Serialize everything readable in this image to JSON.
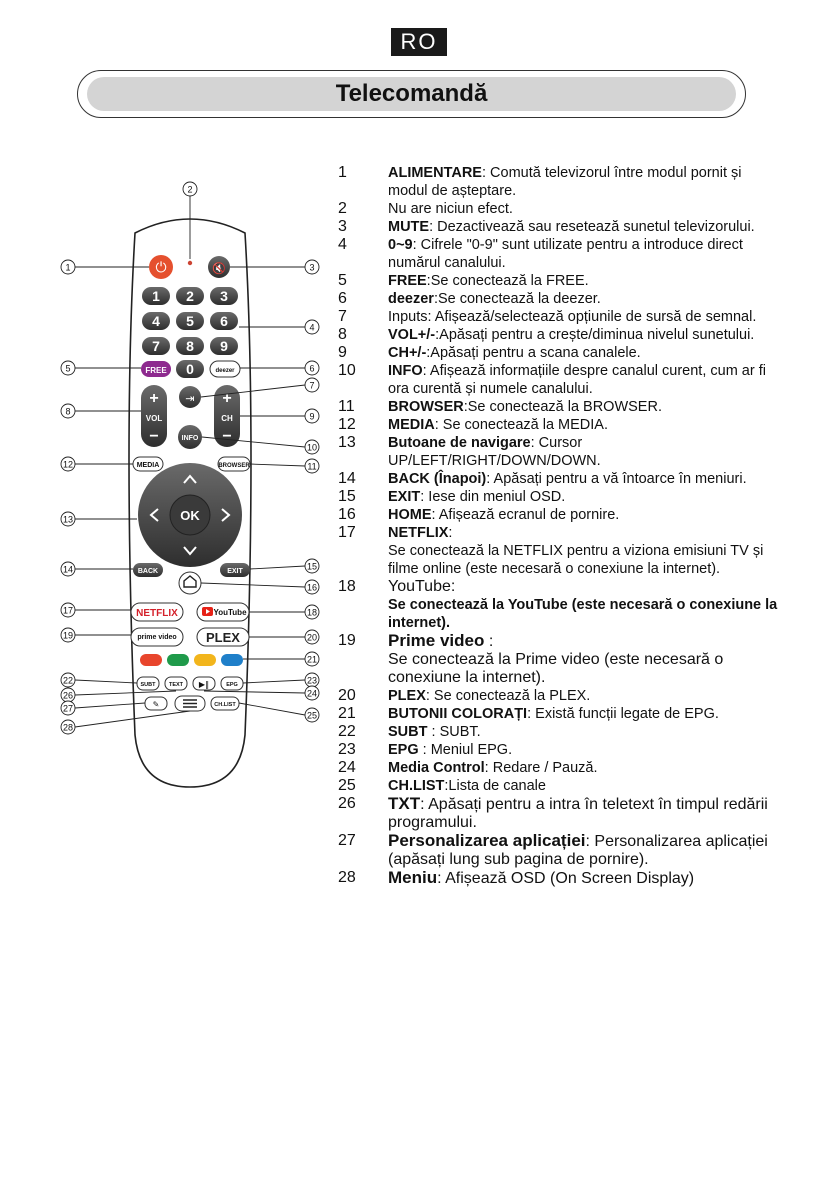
{
  "header": {
    "lang": "RO",
    "title": "Telecomandă"
  },
  "remote": {
    "buttons": {
      "free": "FREE",
      "deezer": "deezer",
      "vol": "VOL",
      "ch": "CH",
      "info": "INFO",
      "media": "MEDIA",
      "browser": "BROWSER",
      "ok": "OK",
      "back": "BACK",
      "exit": "EXIT",
      "netflix": "NETFLIX",
      "youtube": "YouTube",
      "prime": "prime video",
      "plex": "PLEX",
      "subt": "SUBT",
      "text": "TEXT",
      "epg": "EPG",
      "chlist": "CH.LIST",
      "digits": [
        "1",
        "2",
        "3",
        "4",
        "5",
        "6",
        "7",
        "8",
        "9",
        "0"
      ]
    },
    "callouts": [
      "1",
      "2",
      "3",
      "4",
      "5",
      "6",
      "7",
      "8",
      "9",
      "10",
      "11",
      "12",
      "13",
      "14",
      "15",
      "16",
      "17",
      "18",
      "19",
      "20",
      "21",
      "22",
      "23",
      "24",
      "25",
      "26",
      "27",
      "28"
    ],
    "colors": {
      "red": "#e8452c",
      "green": "#1f9a4a",
      "yellow": "#f2b51c",
      "blue": "#1f7fc9",
      "free": "#8e2a8f",
      "power": "#e5502e"
    }
  },
  "items": [
    {
      "n": "1",
      "b": "ALIMENTARE",
      "t": ": Comută televizorul între modul pornit și modul de așteptare."
    },
    {
      "n": "2",
      "b": "",
      "t": "Nu are niciun efect."
    },
    {
      "n": "3",
      "b": "MUTE",
      "t": ": Dezactivează sau resetează sunetul televizorului."
    },
    {
      "n": "4",
      "b": "0~9",
      "t": ": Cifrele \"0-9\" sunt utilizate pentru a introduce direct numărul canalului."
    },
    {
      "n": "5",
      "b": "FREE",
      "t": ":Se conectează la FREE."
    },
    {
      "n": "6",
      "b": "deezer",
      "t": ":Se conectează la deezer."
    },
    {
      "n": "7",
      "b": "",
      "t": "Inputs: Afișează/selectează opțiunile de sursă de semnal."
    },
    {
      "n": "8",
      "b": "VOL+/-",
      "t": ":Apăsați pentru a crește/diminua nivelul sunetului."
    },
    {
      "n": "9",
      "b": "CH+/-",
      "t": ":Apăsați pentru a scana canalele."
    },
    {
      "n": "10",
      "b": "INFO",
      "t": ": Afișează informațiile despre canalul curent, cum ar fi ora curentă și numele canalului."
    },
    {
      "n": "11",
      "b": "BROWSER",
      "t": ":Se conectează la BROWSER."
    },
    {
      "n": "12",
      "b": "MEDIA",
      "t": ": Se conectează la MEDIA."
    },
    {
      "n": "13",
      "b": "Butoane de navigare",
      "t": ": Cursor UP/LEFT/RIGHT/DOWN/DOWN."
    },
    {
      "n": "14",
      "b": "BACK (Înapoi)",
      "t": ": Apăsați pentru a vă întoarce în meniuri."
    },
    {
      "n": "15",
      "b": "EXIT",
      "t": ": Iese din meniul OSD."
    },
    {
      "n": "16",
      "b": "HOME",
      "t": ": Afișează ecranul de pornire."
    },
    {
      "n": "17",
      "b": "NETFLIX",
      "t": ":",
      "t2": "Se conectează la NETFLIX pentru a viziona emisiuni TV și filme online (este necesară o conexiune la internet)."
    },
    {
      "n": "18",
      "b": "",
      "t": "YouTube:",
      "b2": "Se conectează la YouTube (este necesară o conexiune la internet).",
      "arial": true
    },
    {
      "n": "19",
      "b": "Prime video",
      "t": " :",
      "t2": "Se conectează la Prime video (este necesară o conexiune la internet).",
      "arial": true,
      "big": true
    },
    {
      "n": "20",
      "b": "PLEX",
      "t": ": Se conectează la PLEX."
    },
    {
      "n": "21",
      "b": "BUTONII COLORAȚI",
      "t": ": Există funcții legate de EPG."
    },
    {
      "n": "22",
      "b": "SUBT",
      "t": " : SUBT."
    },
    {
      "n": "23",
      "b": "EPG",
      "t": " : Meniul EPG."
    },
    {
      "n": "24",
      "b": "Media Control",
      "t": ": Redare / Pauză."
    },
    {
      "n": "25",
      "b": "CH.LIST",
      "t": ":Lista de canale"
    },
    {
      "n": "26",
      "b": "TXT",
      "t": ": Apăsați pentru a intra în teletext în timpul redării programului.",
      "arial": true,
      "big": true
    },
    {
      "n": "27",
      "b": "Personalizarea aplicației",
      "t": ": Personalizarea aplicației (apăsați lung sub pagina de pornire).",
      "arial": true,
      "big": true
    },
    {
      "n": "28",
      "b": "Meniu",
      "t": ": Afișează OSD (On Screen Display)",
      "arial": true,
      "big": true
    }
  ]
}
